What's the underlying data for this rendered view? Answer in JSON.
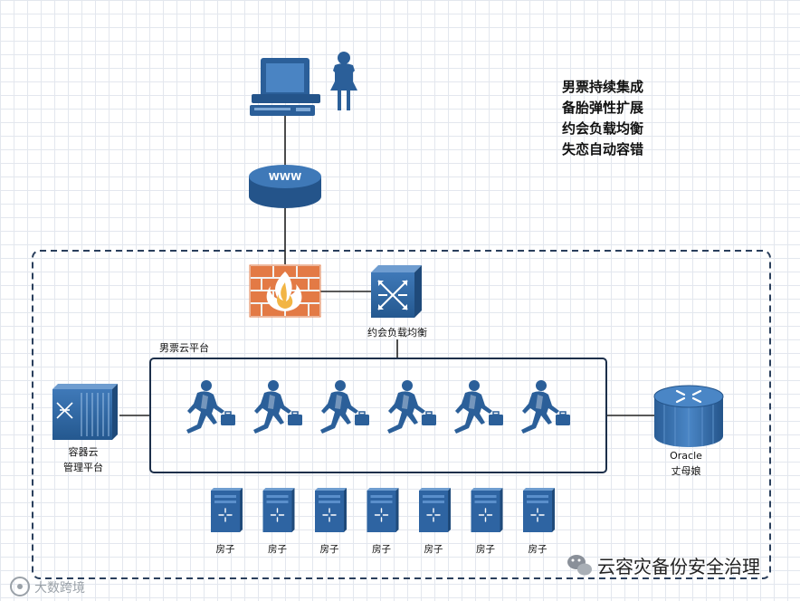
{
  "nodes": {
    "www_label": "WWW",
    "lb_label": "约会负载均衡",
    "platform_label": "男票云平台",
    "container_mgmt_label": [
      "容器云",
      "管理平台"
    ],
    "db_label": [
      "Oracle",
      "丈母娘"
    ],
    "server_label": "房子"
  },
  "slogans": [
    "男票持续集成",
    "备胎弹性扩展",
    "约会负载均衡",
    "失恋自动容错"
  ],
  "watermark_brand": "云容灾备份安全治理",
  "watermark_corner": "大数跨境",
  "servers": [
    {
      "label": "房子"
    },
    {
      "label": "房子"
    },
    {
      "label": "房子"
    },
    {
      "label": "房子"
    },
    {
      "label": "房子"
    },
    {
      "label": "房子"
    },
    {
      "label": "房子"
    }
  ],
  "runners_count": 6,
  "colors": {
    "primary": "#2b5f99",
    "primary_dark": "#1f4a7a",
    "firewall": "#e37a45",
    "flame": "#f2b544",
    "border_dash": "#2a3f5c",
    "line": "#222222"
  }
}
